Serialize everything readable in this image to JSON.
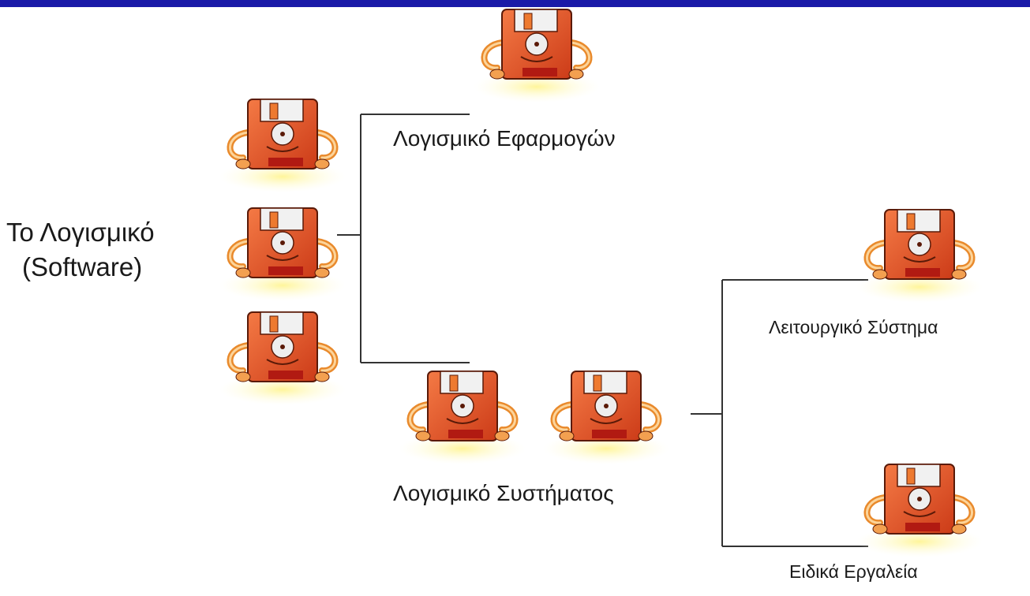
{
  "header": {
    "bar_color": "#1a1aa8"
  },
  "diagram": {
    "root": {
      "line1": "Το Λογισμικό",
      "line2": "(Software)"
    },
    "application_software": {
      "label": "Λογισμικό Εφαρμογών"
    },
    "system_software": {
      "label": "Λογισμικό Συστήματος"
    },
    "operating_system": {
      "label": "Λειτουργικό Σύστημα"
    },
    "utilities": {
      "label": "Ειδικά Εργαλεία"
    },
    "icon": "floppy-disk-character-icon",
    "colors": {
      "lines": "#333333",
      "disk": "#e4552a",
      "shine": "#fff6a8"
    }
  }
}
